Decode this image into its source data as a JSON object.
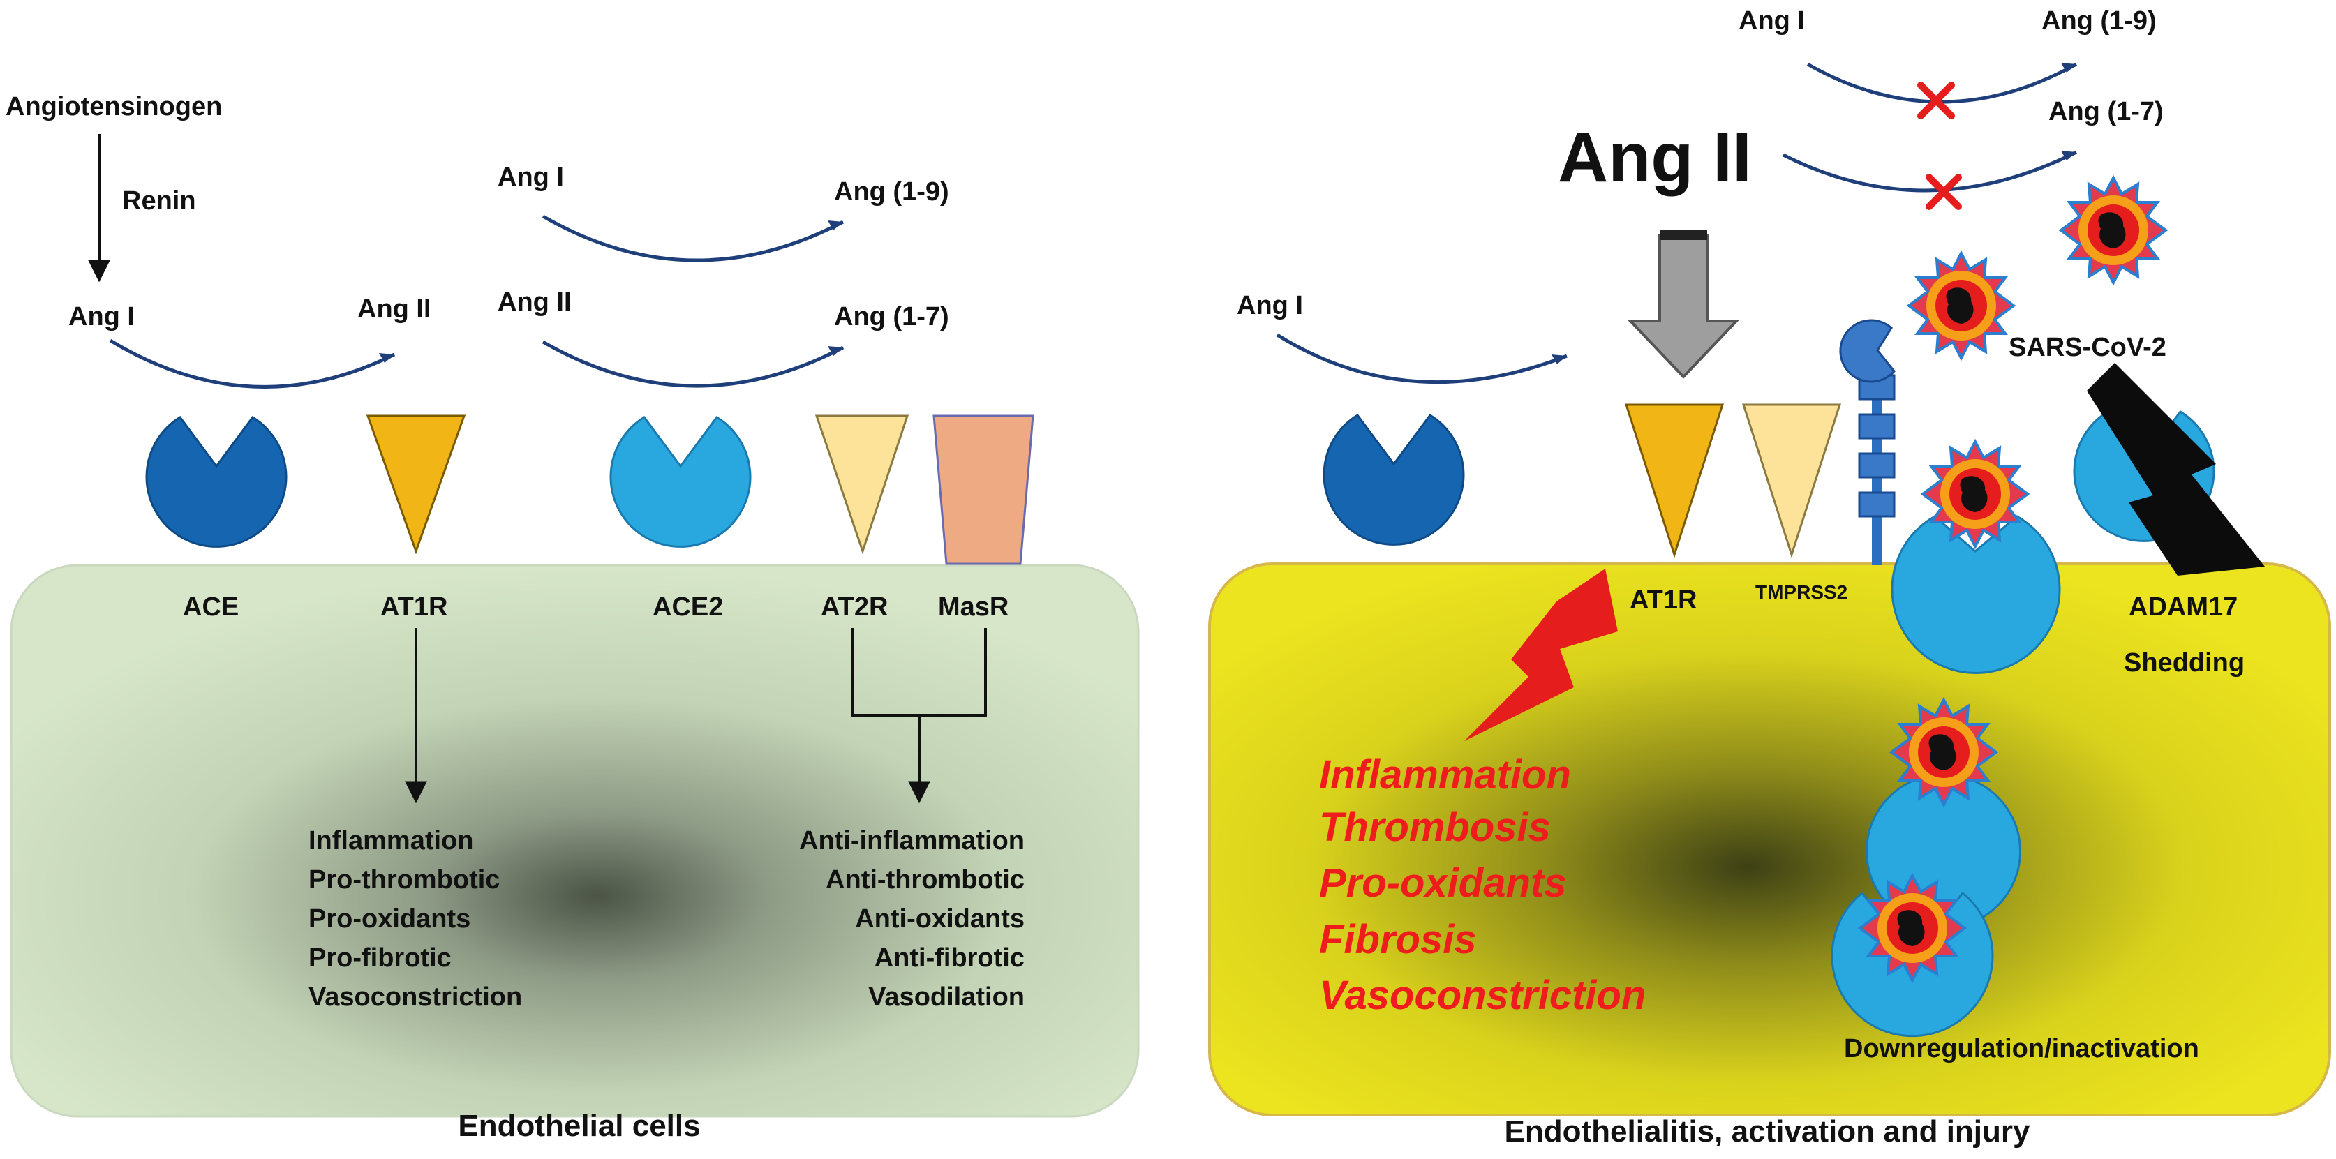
{
  "left_panel": {
    "caption": "Endothelial cells",
    "pathway": {
      "angiotensinogen": "Angiotensinogen",
      "renin": "Renin",
      "ace_substrate": "Ang I",
      "ace_product": "Ang II",
      "ace2_substrate_1": "Ang I",
      "ace2_product_1": "Ang (1-9)",
      "ace2_substrate_2": "Ang II",
      "ace2_product_2": "Ang (1-7)"
    },
    "receptors": {
      "ace": "ACE",
      "at1r": "AT1R",
      "ace2": "ACE2",
      "at2r": "AT2R",
      "masr": "MasR"
    },
    "at1r_effects": [
      "Inflammation",
      "Pro-thrombotic",
      "Pro-oxidants",
      "Pro-fibrotic",
      "Vasoconstriction"
    ],
    "protective_effects": [
      "Anti-inflammation",
      "Anti-thrombotic",
      "Anti-oxidants",
      "Anti-fibrotic",
      "Vasodilation"
    ]
  },
  "right_panel": {
    "caption": "Endothelialitis, activation and injury",
    "ace_substrate": "Ang I",
    "ang_ii_big": "Ang II",
    "blocked_1_substrate": "Ang I",
    "blocked_1_product": "Ang (1-9)",
    "blocked_2_product": "Ang (1-7)",
    "at1r": "AT1R",
    "tmprss2": "TMPRSS2",
    "virus": "SARS-CoV-2",
    "adam17": "ADAM17",
    "shedding": "Shedding",
    "downregulation": "Downregulation/inactivation",
    "injury_effects": [
      "Inflammation",
      "Thrombosis",
      "Pro-oxidants",
      "Fibrosis",
      "Vasoconstriction"
    ]
  },
  "colors": {
    "ace": "#1565b0",
    "ace2": "#29a8e0",
    "at1r": "#f2b516",
    "at2r": "#fde29a",
    "masr": "#eeaa82",
    "left_cell": "#d3e4c6",
    "right_cell": "#ebe11c",
    "injury_text": "#ee1c1c",
    "arc": "#1f3f7a"
  }
}
